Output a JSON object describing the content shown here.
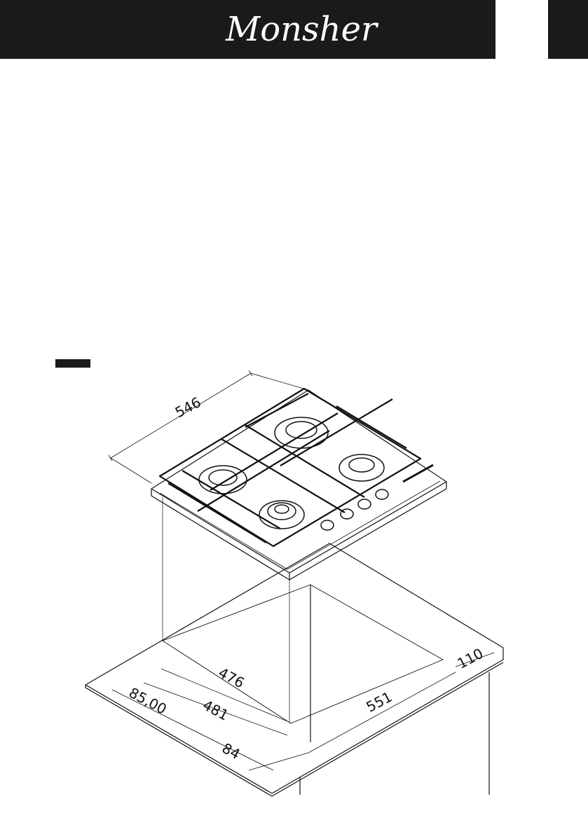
{
  "header": {
    "brand": "Monsher"
  },
  "dimensions": {
    "width_top": "546",
    "cutout_width": "476",
    "cutout_depth": "481",
    "counter_depth": "551",
    "back_gap": "110",
    "front_gap": "85,00",
    "front_edge": "84"
  }
}
